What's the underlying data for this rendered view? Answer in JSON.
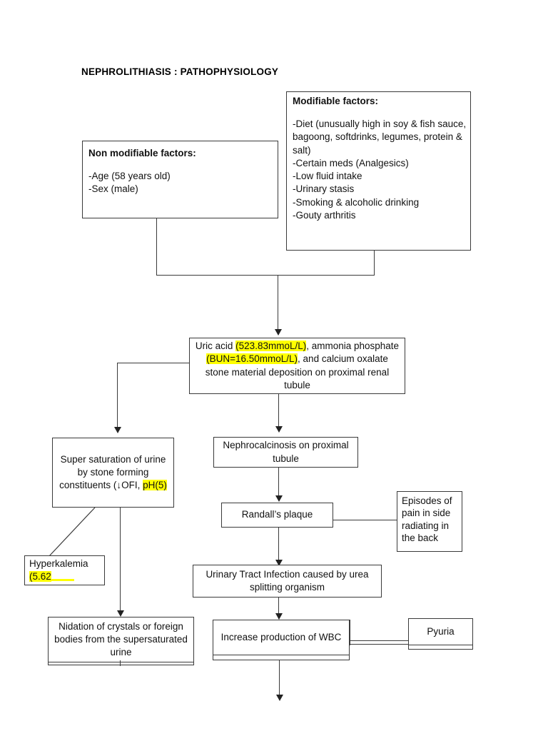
{
  "document": {
    "title": "NEPHROLITHIASIS : PATHOPHYSIOLOGY"
  },
  "colors": {
    "highlight": "#ffff00",
    "stroke": "#3a3a3a",
    "background": "#ffffff",
    "text": "#111111"
  },
  "boxes": {
    "non_modifiable": {
      "heading": "Non modifiable factors:",
      "line1": "-Age (58 years old)",
      "line2": "-Sex (male)"
    },
    "modifiable": {
      "heading": "Modifiable factors:",
      "line1": "-Diet (unusually high in soy & fish sauce, bagoong, softdrinks, legumes, protein & salt)",
      "line2": "-Certain meds (Analgesics)",
      "line3": "-Low fluid intake",
      "line4": "-Urinary stasis",
      "line5": "-Smoking & alcoholic drinking",
      "line6": "-Gouty arthritis"
    },
    "uric_acid": {
      "part1": "Uric acid ",
      "highlight1": "(523.83mmoL/L)",
      "part2": ", ammonia phosphate ",
      "highlight2": "(BUN=16.50mmoL/L)",
      "part3": ", and calcium oxalate stone material deposition on proximal renal tubule"
    },
    "supersaturation": {
      "part1": "Super saturation of urine by stone forming constituents (↓OFI,",
      "highlight1": "pH(5)"
    },
    "hyperkalemia": {
      "label": "Hyperkalemia",
      "highlight1": "(5.62",
      "highlight_tail": "      "
    },
    "nephrocalcinosis": {
      "label": "Nephrocalcinosis on proximal tubule"
    },
    "randalls_plaque": {
      "label": "Randall’s plaque"
    },
    "episodes_of_pain": {
      "label": "Episodes of pain in side radiating in the back"
    },
    "uti": {
      "label": "Urinary Tract Infection caused by urea splitting organism"
    },
    "nidation": {
      "label": "Nidation of crystals or foreign bodies from the supersaturated urine"
    },
    "wbc": {
      "label": "Increase production of WBC"
    },
    "pyuria": {
      "label": "Pyuria"
    }
  }
}
